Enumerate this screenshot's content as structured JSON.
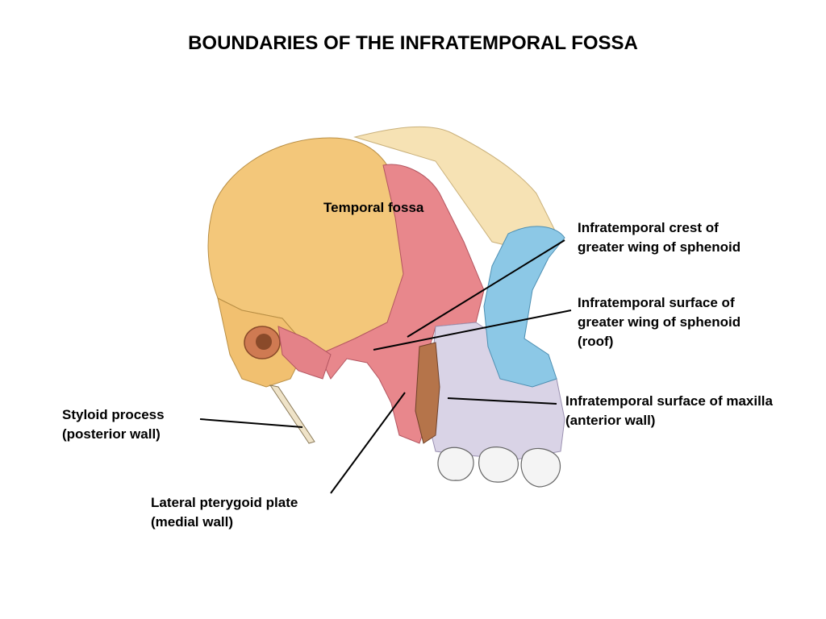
{
  "title": "BOUNDARIES OF THE INFRATEMPORAL FOSSA",
  "labels": {
    "temporal_fossa": "Temporal fossa",
    "infratemporal_crest": [
      "Infratemporal crest of",
      "greater wing of sphenoid"
    ],
    "infratemporal_surface_sphenoid": [
      "Infratemporal surface of",
      "greater wing of sphenoid",
      "(roof)"
    ],
    "infratemporal_surface_maxilla": [
      "Infratemporal surface of maxilla",
      "(anterior wall)"
    ],
    "styloid_process": [
      "Styloid process",
      "(posterior wall)"
    ],
    "lateral_pterygoid_plate": [
      "Lateral pterygoid plate",
      "(medial wall)"
    ]
  },
  "colors": {
    "temporal_bone": "#f3c77a",
    "sphenoid": "#e8878c",
    "maxilla": "#d9d3e6",
    "zygomatic": "#8cc8e6",
    "frontal": "#f6e2b4",
    "teeth": "#f4f4f4"
  }
}
